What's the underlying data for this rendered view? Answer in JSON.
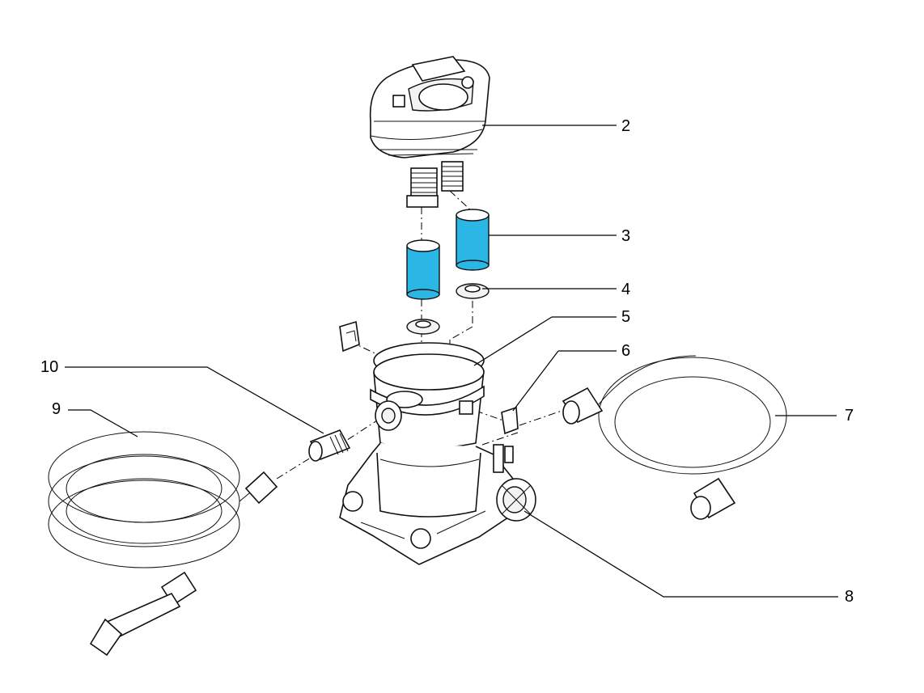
{
  "callouts": [
    {
      "id": "2",
      "label": "2"
    },
    {
      "id": "3",
      "label": "3"
    },
    {
      "id": "4",
      "label": "4"
    },
    {
      "id": "5",
      "label": "5"
    },
    {
      "id": "6",
      "label": "6"
    },
    {
      "id": "7",
      "label": "7"
    },
    {
      "id": "8",
      "label": "8"
    },
    {
      "id": "9",
      "label": "9"
    },
    {
      "id": "10",
      "label": "10"
    }
  ],
  "colors": {
    "filter_cartridge": "#2ab7e6",
    "line": "#000000",
    "part_fill": "#ffffff"
  }
}
